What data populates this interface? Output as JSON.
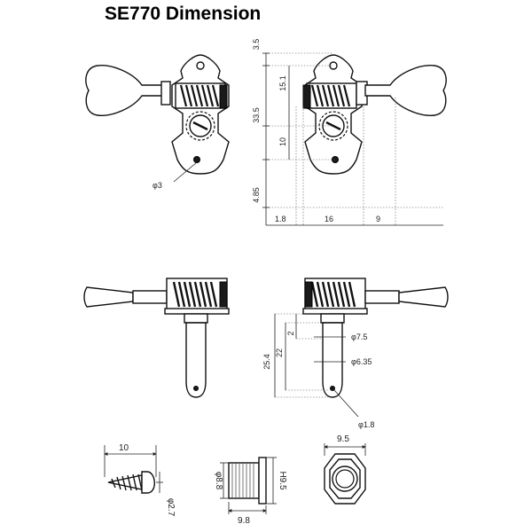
{
  "title": "SE770 Dimension",
  "top_view": {
    "hole_dia": "φ3",
    "vertical_dims": [
      "3.5",
      "15.1",
      "33.5",
      "10",
      "4.85"
    ],
    "horizontal_dims": [
      "1.8",
      "16",
      "9"
    ]
  },
  "side_view": {
    "length_dims": [
      "25.4",
      "22",
      "2"
    ],
    "post_dims": [
      "φ7.5",
      "φ6.35",
      "φ1.8"
    ]
  },
  "parts": {
    "screw_length": "10",
    "screw_dia": "φ2.7",
    "bushing_dia": "φ8.8",
    "bushing_height": "H9.5",
    "bushing_length": "9.8",
    "hex_width": "9.5"
  },
  "colors": {
    "line": "#222222",
    "part_fill": "#ffffff",
    "dark": "#1a1a1a"
  }
}
